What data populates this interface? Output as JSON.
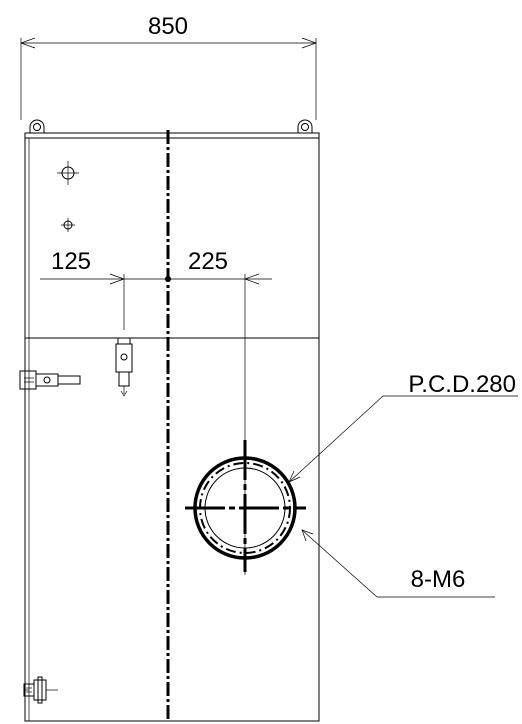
{
  "dimensions": {
    "overall_width": "850",
    "left_offset": "125",
    "center_offset": "225"
  },
  "callouts": {
    "pcd": "P.C.D.280",
    "bolts": "8-M6"
  }
}
